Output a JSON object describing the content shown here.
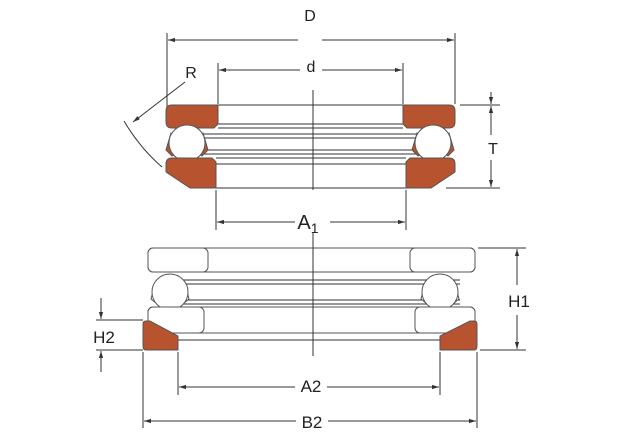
{
  "diagram": {
    "title": "Thrust ball bearing with seat washer",
    "labels": {
      "D": "D",
      "d": "d",
      "R": "R",
      "T": "T",
      "A1": "A",
      "A1_sub": "1",
      "H1": "H1",
      "H2": "H2",
      "A2": "A2",
      "B2": "B2"
    },
    "colors": {
      "washer_fill": "#b8532f",
      "line": "#333333"
    }
  }
}
